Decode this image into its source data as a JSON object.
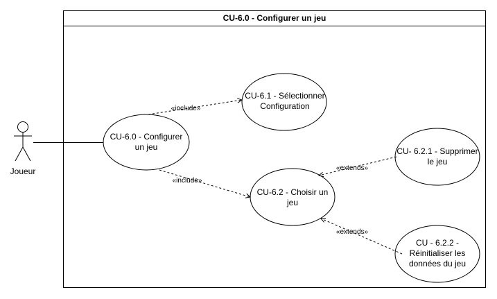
{
  "system": {
    "title": "CU-6.0 - Configurer un jeu"
  },
  "actor": {
    "name": "Joueur"
  },
  "use_cases": {
    "cu60": "CU-6.0 - Configurer un jeu",
    "cu61": "CU-6.1 - Sélectionner Configuration",
    "cu62": "CU-6.2 - Choisir un jeu",
    "cu621": "CU- 6.2.1 - Supprimer le jeu",
    "cu622": "CU - 6.2.2 - Réinitialiser les données du jeu"
  },
  "relations": {
    "include_1": "«include»",
    "include_2": "«include»",
    "extends_1": "«extends»",
    "extends_2": "«extends»"
  }
}
